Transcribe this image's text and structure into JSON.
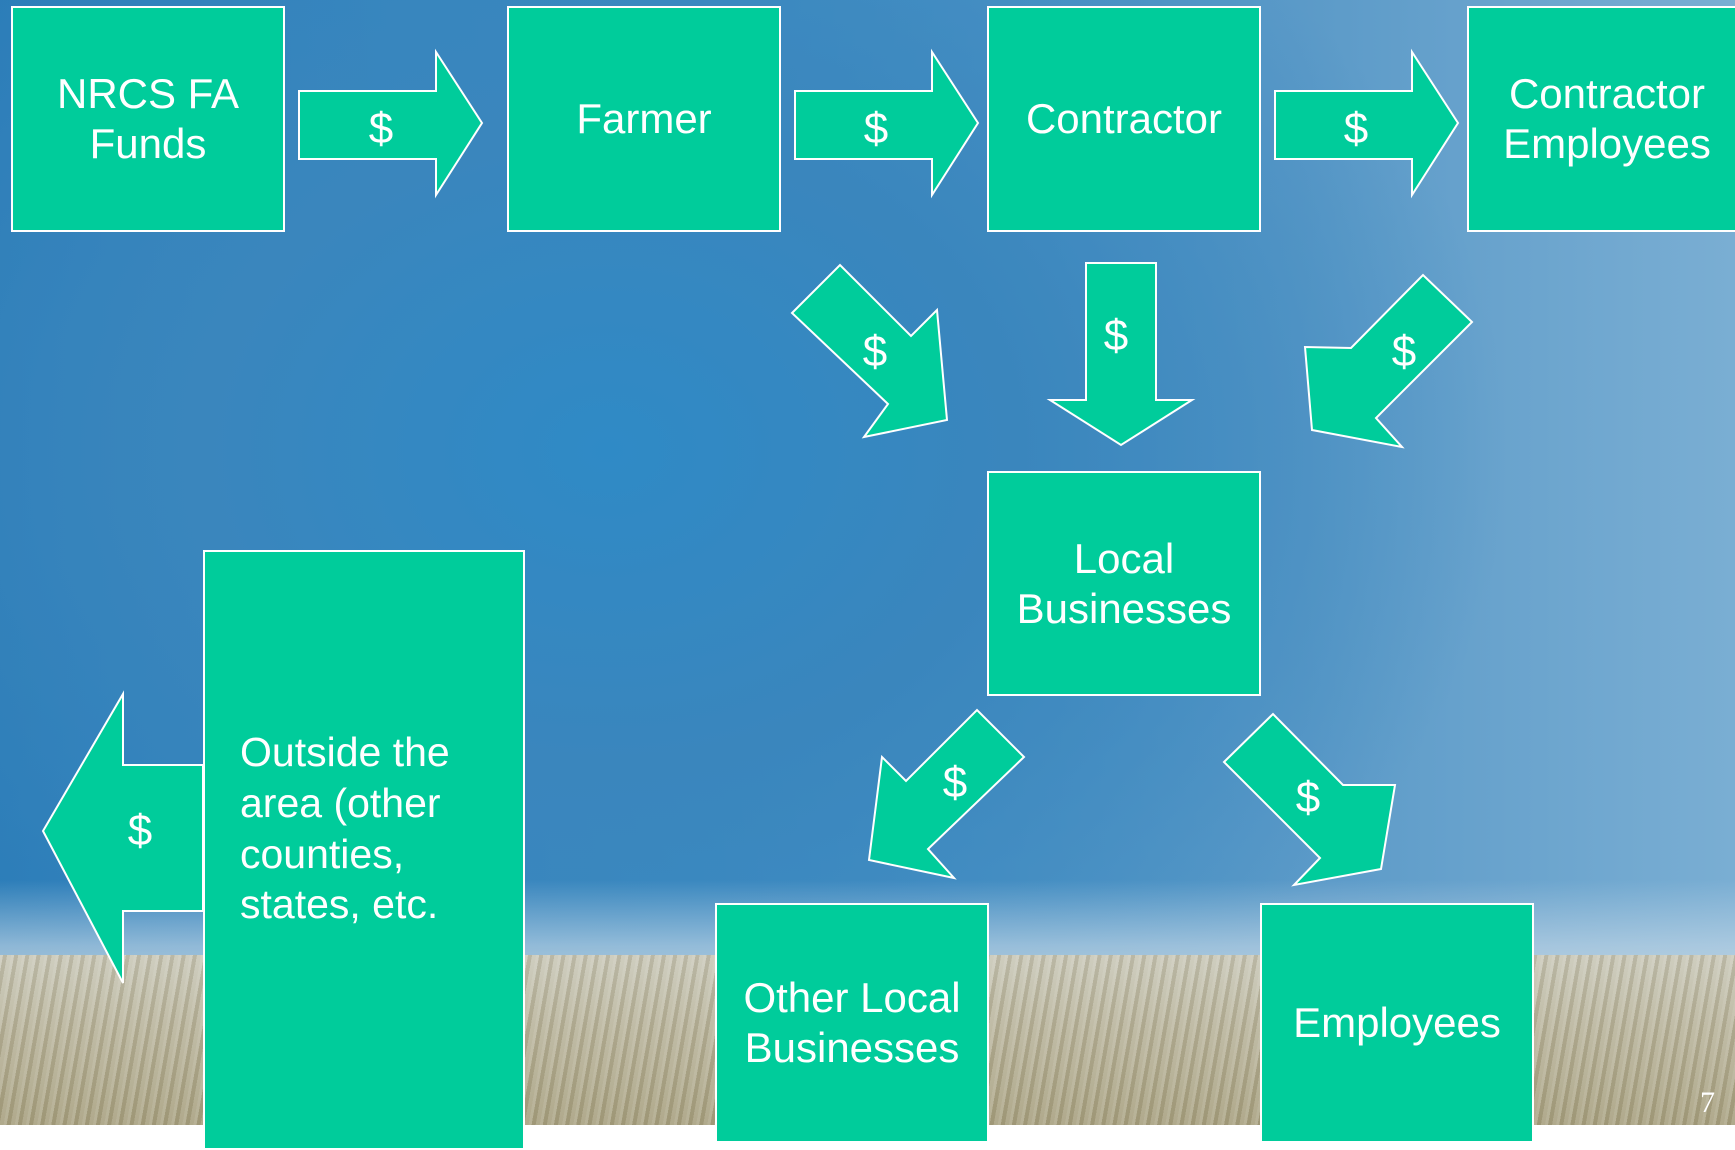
{
  "nodes": {
    "nrcs_fa_funds": "NRCS FA\nFunds",
    "farmer": "Farmer",
    "contractor": "Contractor",
    "contractor_employees": "Contractor\nEmployees",
    "local_businesses": "Local\nBusinesses",
    "other_local_businesses": "Other Local\nBusinesses",
    "employees": "Employees",
    "outside_area": "Outside the\narea (other\ncounties,\nstates, etc."
  },
  "edges": [
    {
      "from": "NRCS FA Funds",
      "to": "Farmer",
      "label": "$"
    },
    {
      "from": "Farmer",
      "to": "Contractor",
      "label": "$"
    },
    {
      "from": "Contractor",
      "to": "Contractor Employees",
      "label": "$"
    },
    {
      "from": "Farmer",
      "to": "Local Businesses",
      "label": "$"
    },
    {
      "from": "Contractor",
      "to": "Local Businesses",
      "label": "$"
    },
    {
      "from": "Contractor Employees",
      "to": "Local Businesses",
      "label": "$"
    },
    {
      "from": "Local Businesses",
      "to": "Other Local Businesses",
      "label": "$"
    },
    {
      "from": "Local Businesses",
      "to": "Employees",
      "label": "$"
    },
    {
      "from": "Outside the area",
      "to": "outward",
      "label": "$"
    }
  ],
  "page_number": "7",
  "colors": {
    "box_fill": "#00cc9b",
    "border": "#ffffff",
    "sky": "#2f86c2"
  }
}
